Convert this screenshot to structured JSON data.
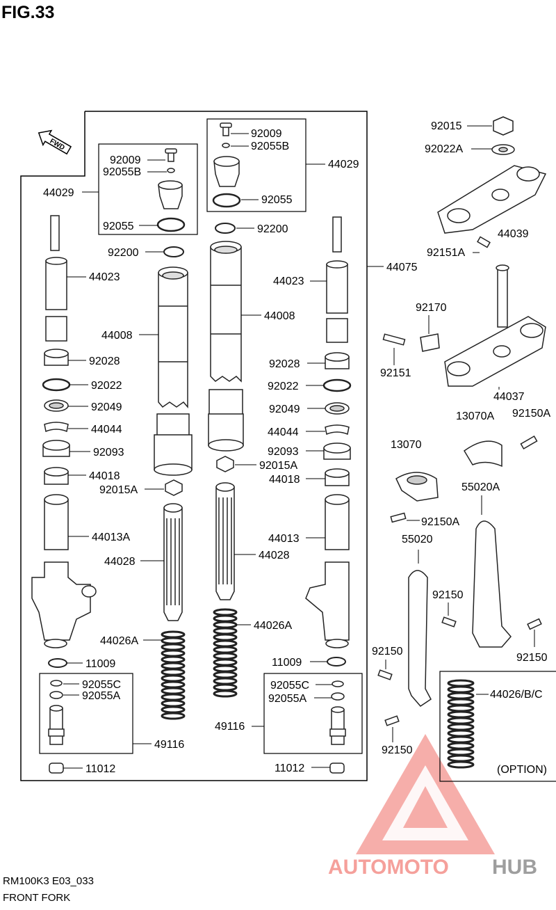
{
  "figure": {
    "title": "FIG.33"
  },
  "footer": {
    "code": "RM100K3 E03_033",
    "name": "FRONT FORK"
  },
  "fwd_label": "FWD",
  "option_label": "(OPTION)",
  "watermark": {
    "part1": "AUTOMOTO",
    "part2": "HUB",
    "color1": "#f5a09b",
    "color2": "#9e9e9e"
  },
  "colors": {
    "line": "#000000",
    "part_fill": "#ffffff",
    "part_stroke": "#222222"
  },
  "labels": {
    "l_92015": "92015",
    "l_92022A": "92022A",
    "l_44039": "44039",
    "l_92151A": "92151A",
    "l_92170": "92170",
    "l_92151": "92151",
    "l_44037": "44037",
    "l_13070A": "13070A",
    "l_92150A_r": "92150A",
    "l_13070": "13070",
    "l_92150A_b": "92150A",
    "l_55020A": "55020A",
    "l_55020": "55020",
    "l_92150_a": "92150",
    "l_92150_b": "92150",
    "l_92150_c": "92150",
    "l_92150_d": "92150",
    "l_44026BC": "44026/B/C",
    "l_92009_l": "92009",
    "l_92055B_l": "92055B",
    "l_44029_l": "44029",
    "l_92055_l": "92055",
    "l_92009_r": "92009",
    "l_92055B_r": "92055B",
    "l_44029_r": "44029",
    "l_92055_r": "92055",
    "l_92200_r": "92200",
    "l_92200_l": "92200",
    "l_44075": "44075",
    "l_44023_l": "44023",
    "l_44023_r": "44023",
    "l_44008_l": "44008",
    "l_44008_r": "44008",
    "l_92028_l": "92028",
    "l_92028_r": "92028",
    "l_92022_l": "92022",
    "l_92022_r": "92022",
    "l_92049_l": "92049",
    "l_92049_r": "92049",
    "l_44044_l": "44044",
    "l_44044_r": "44044",
    "l_92093_l": "92093",
    "l_92093_r": "92093",
    "l_44018_l": "44018",
    "l_44018_r": "44018",
    "l_92015A_l": "92015A",
    "l_92015A_r": "92015A",
    "l_44013A": "44013A",
    "l_44013": "44013",
    "l_44028_l": "44028",
    "l_44028_r": "44028",
    "l_44026A_l": "44026A",
    "l_44026A_r": "44026A",
    "l_11009_l": "11009",
    "l_11009_r": "11009",
    "l_92055C_l": "92055C",
    "l_92055A_l": "92055A",
    "l_49116_l": "49116",
    "l_92055C_r": "92055C",
    "l_92055A_r": "92055A",
    "l_49116_r": "49116",
    "l_11012_l": "11012",
    "l_11012_r": "11012"
  }
}
